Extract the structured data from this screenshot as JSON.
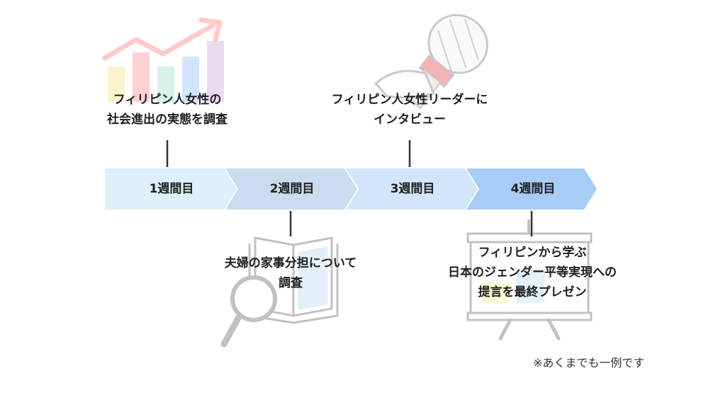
{
  "weeks": [
    {
      "label": "1週間目",
      "color": "#ddf0fb"
    },
    {
      "label": "2週間目",
      "color": "#c9dcf0"
    },
    {
      "label": "3週間目",
      "color": "#d2e6fb"
    },
    {
      "label": "4週間目",
      "color": "#a7ccf6"
    }
  ],
  "tasks": {
    "week1": "フィリピン人女性の\n社会進出の実態を調査",
    "week2": "夫婦の家事分担について\n調査",
    "week3": "フィリピン人女性リーダーに\nインタビュー",
    "week4": "フィリピンから学ぶ\n日本のジェンダー平等実現への\n提言を最終プレゼン"
  },
  "note": "※あくまでも一例です",
  "icons": {
    "week1": "bar-chart-growth-icon",
    "week2": "book-magnifier-icon",
    "week3": "microphone-icon",
    "week4": "presentation-board-icon"
  }
}
